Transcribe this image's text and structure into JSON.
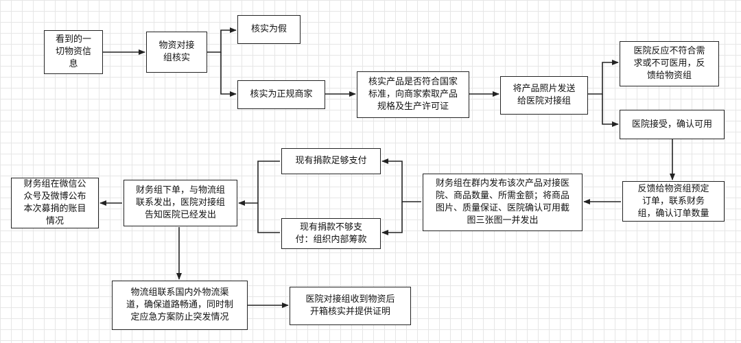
{
  "nodes": {
    "n1": "看到的一\n切物资信\n息",
    "n2": "物资对接\n组核实",
    "n3": "核实为假",
    "n4": "核实为正规商家",
    "n5": "核实产品是否符合国家\n标准，向商家索取产品\n规格及生产许可证",
    "n6": "将产品照片发送\n给医院对接组",
    "n7": "医院反应不符合需\n求或不可医用，反\n馈给物资组",
    "n8": "医院接受，确认可用",
    "n9": "反馈给物资组预定\n订单，联系财务\n组，确认订单数量",
    "n10": "财务组在群内发布该次产品对接医\n院、商品数量、所需金额；将商品\n图片、质量保证、医院确认可用截\n图三张图一并发出",
    "n11": "现有捐款足够支付",
    "n12": "现有捐款不够支\n付：组织内部筹款",
    "n13": "财务组下单，与物流组\n联系发出，医院对接组\n告知医院已经发出",
    "n14": "财务组在微信公\n众号及微博公布\n本次募捐的账目\n情况",
    "n15": "物流组联系国内外物流渠\n道，确保道路畅通，同时制\n定应急方案防止突发情况",
    "n16": "医院对接组收到物资后\n开箱核实并提供证明"
  }
}
